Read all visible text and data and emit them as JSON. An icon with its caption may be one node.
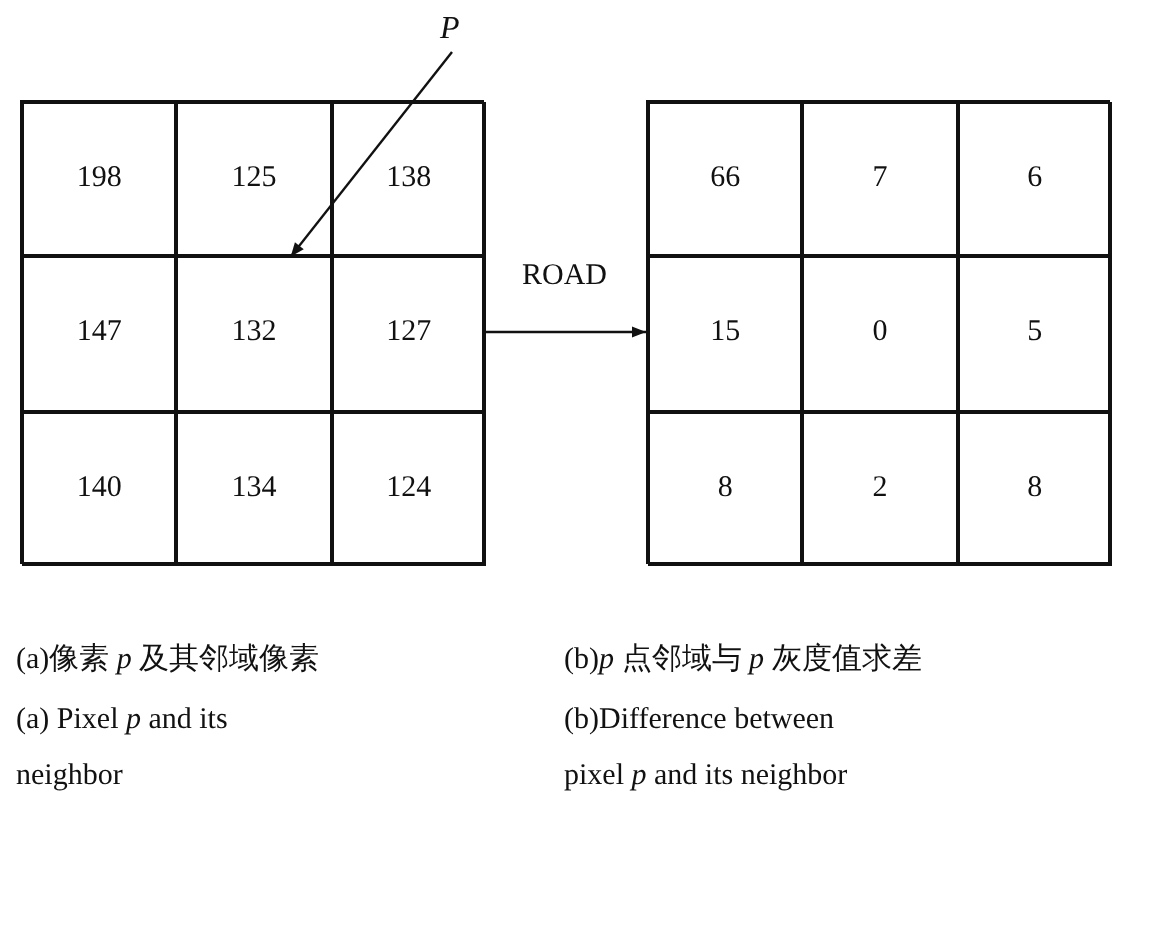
{
  "diagram": {
    "nodes": [
      {
        "text": [
          "P"
        ]
      },
      {
        "text": [],
        "shape": "box"
      },
      {
        "text": [
          "198"
        ],
        "in": 1
      },
      {
        "text": [
          "125"
        ],
        "in": 1
      },
      {
        "text": [
          "138"
        ],
        "in": 1
      },
      {
        "text": [
          "147"
        ],
        "in": 1
      },
      {
        "text": [
          "132"
        ],
        "in": 1
      },
      {
        "text": [
          "127"
        ],
        "in": 1
      },
      {
        "text": [
          "140"
        ],
        "in": 1
      },
      {
        "text": [
          "134"
        ],
        "in": 1
      },
      {
        "text": [
          "124"
        ],
        "in": 1
      },
      {
        "text": [],
        "shape": "box"
      },
      {
        "text": [
          "66"
        ],
        "in": 11
      },
      {
        "text": [
          "7"
        ],
        "in": 11
      },
      {
        "text": [
          "6"
        ],
        "in": 11
      },
      {
        "text": [
          "15"
        ],
        "in": 11
      },
      {
        "text": [
          "0"
        ],
        "in": 11
      },
      {
        "text": [
          "5"
        ],
        "in": 11
      },
      {
        "text": [
          "8"
        ],
        "in": 11
      },
      {
        "text": [
          "2"
        ],
        "in": 11
      },
      {
        "text": [
          "8"
        ],
        "in": 11
      }
    ],
    "edges": [
      {
        "from": 0,
        "to": 6,
        "arrow": "to"
      },
      {
        "from": 1,
        "to": 11,
        "arrow": "to",
        "label": "ROAD"
      }
    ],
    "labels": [
      "(a)像素 *p* 及其邻域像素",
      "(b)*p* 点邻域与 *p* 灰度值求差",
      "(a) Pixel *p* and its neighbor",
      "(b)Difference between pixel *p* and its neighbor"
    ]
  }
}
